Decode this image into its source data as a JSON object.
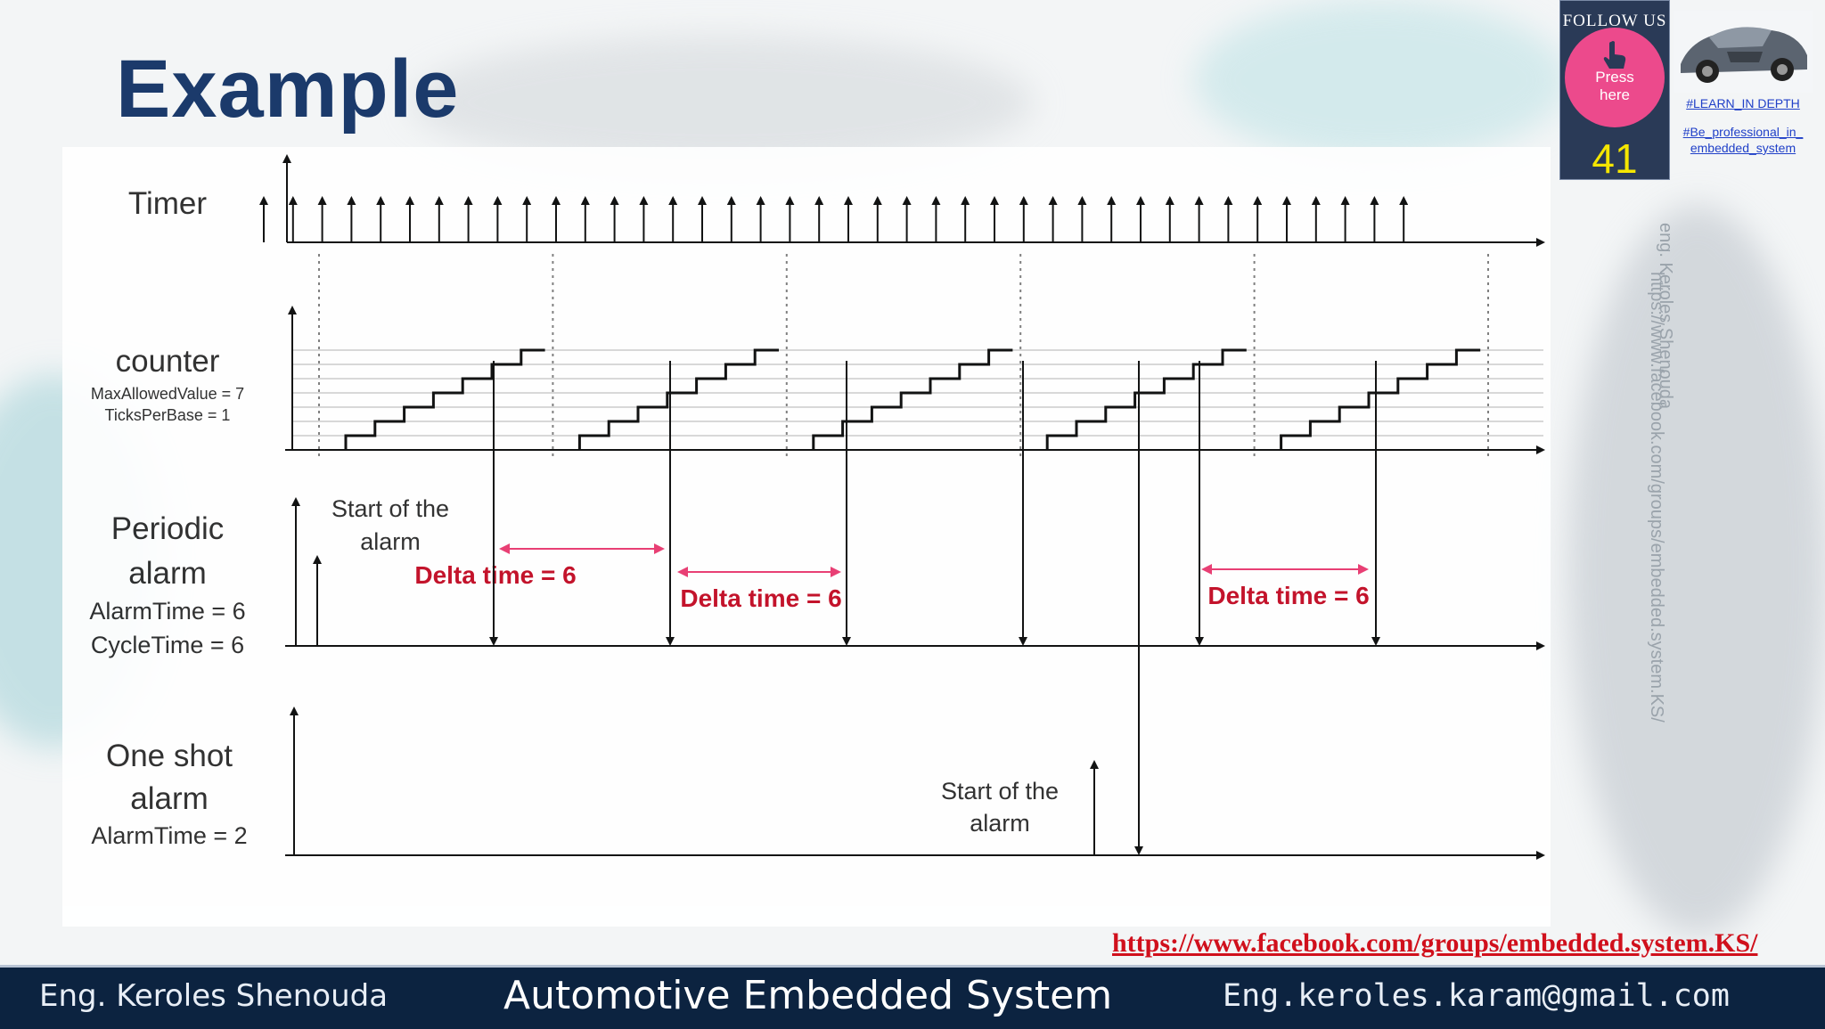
{
  "title": "Example",
  "diagram": {
    "rows": {
      "timer": {
        "label": "Timer"
      },
      "counter": {
        "label": "counter",
        "params": [
          "MaxAllowedValue = 7",
          "TicksPerBase = 1"
        ]
      },
      "periodic": {
        "label_lines": [
          "Periodic",
          "alarm"
        ],
        "params": [
          "AlarmTime = 6",
          "CycleTime = 6"
        ]
      },
      "oneshot": {
        "label_lines": [
          "One shot",
          "alarm"
        ],
        "params": [
          "AlarmTime = 2"
        ]
      }
    },
    "start_of_alarm_lines": [
      "Start of the",
      "alarm"
    ],
    "delta_label": "Delta time = 6",
    "timer_tick_count": 40,
    "counter_max": 7,
    "counter_cycles": 5,
    "colors": {
      "delta": "#c0001a",
      "arrow": "#e8306a",
      "title": "#1b3a6b"
    }
  },
  "follow": {
    "label": "FOLLOW US",
    "press": [
      "Press",
      "here"
    ],
    "slide_number": "41",
    "hashtags": [
      "#LEARN_IN DEPTH",
      "#Be_professional_in_",
      "embedded_system"
    ]
  },
  "watermark": {
    "name": "eng. Keroles Shenouda",
    "url": "https://www.facebook.com/groups/embedded.system.KS/"
  },
  "fb_link": "https://www.facebook.com/groups/embedded.system.KS/",
  "footer": {
    "author": "Eng. Keroles Shenouda",
    "course": "Automotive Embedded System",
    "email": "Eng.keroles.karam@gmail.com"
  }
}
